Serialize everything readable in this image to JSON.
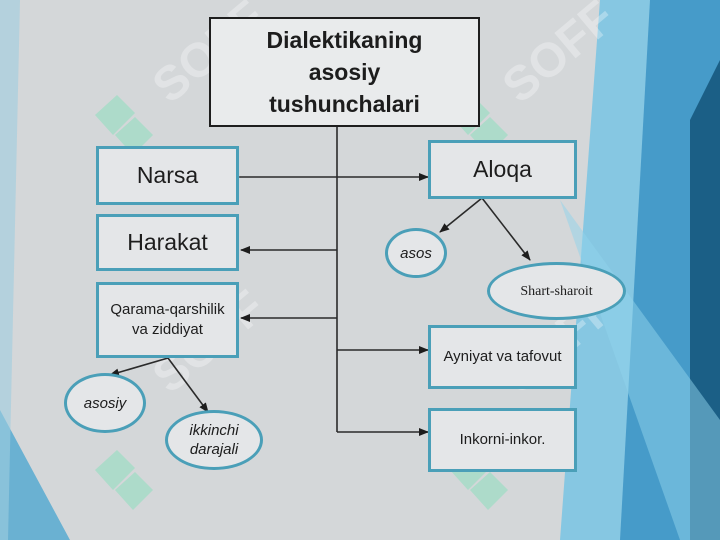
{
  "diagram": {
    "title": "Dialektikaning\nasosiy\ntushunchalari",
    "left": {
      "narsa": "Narsa",
      "harakat": "Harakat",
      "qarama": "Qarama-qarshilik\nva ziddiyat"
    },
    "left_ellipses": {
      "asosiy": "asosiy",
      "ikkinchi": "ikkinchi\ndarajali"
    },
    "right": {
      "aloqa": "Aloqa",
      "ayniyat": "Ayniyat va tafovut",
      "inkor": "Inkorni-inkor."
    },
    "right_ellipses": {
      "asos": "asos",
      "shart": "Shart-sharoit"
    }
  },
  "watermark": {
    "text": "SOFF"
  },
  "colors": {
    "box_border": "#4a9fb8",
    "background": "#d4d7d9",
    "accent_dark": "#1b5f86",
    "accent_light": "#5db8dc"
  }
}
